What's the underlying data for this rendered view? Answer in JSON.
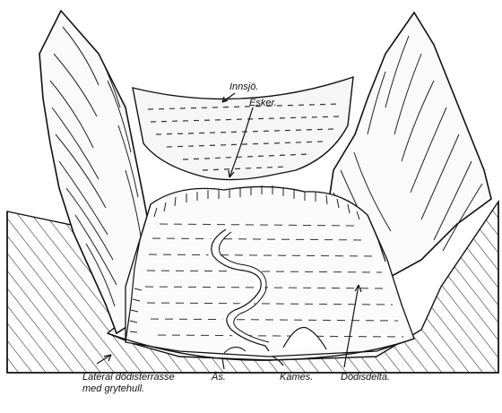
{
  "labels": {
    "innsjo": "Innsjö.",
    "esker": "Esker.",
    "lateral_line1": "Lateral dödisterrasse",
    "lateral_line2": "med grytehull.",
    "as": "Ås.",
    "kames": "Kames.",
    "dodisdelta": "Dödisdelta."
  }
}
